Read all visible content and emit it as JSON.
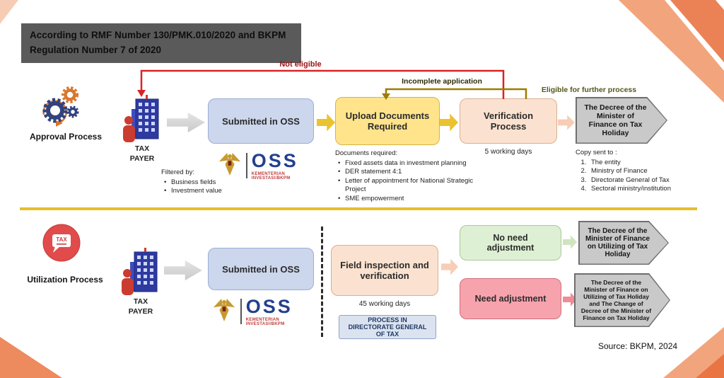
{
  "title": "According to RMF Number 130/PMK.010/2020 and BKPM Regulation Number 7 of 2020",
  "flow_labels": {
    "not_eligible": "Not eligible",
    "incomplete_application": "Incomplete application",
    "eligible": "Eligible for further process"
  },
  "approval": {
    "section_label": "Approval Process",
    "taxpayer_label": "TAX\nPAYER",
    "submitted_label": "Submitted in OSS",
    "filtered": {
      "title": "Filtered by:",
      "items": [
        "Business fields",
        "Investment value"
      ]
    },
    "upload_label": "Upload Documents Required",
    "documents": {
      "title": "Documents required:",
      "items": [
        "Fixed assets data in investment planning",
        "DER statement 4:1",
        "Letter of appointment for National Strategic Project",
        "SME empowerment"
      ]
    },
    "verification_label": "Verification Process",
    "verification_days": "5 working days",
    "decree_label": "The Decree of the Minister of Finance on Tax Holiday",
    "copy_sent": {
      "title": "Copy sent to :",
      "items": [
        "The entity",
        "Ministry of Finance",
        "Directorate General of Tax",
        "Sectoral ministry/institution"
      ]
    }
  },
  "utilization": {
    "section_label": "Utilization Process",
    "taxpayer_label": "TAX\nPAYER",
    "submitted_label": "Submitted in OSS",
    "field_label": "Field inspection and verification",
    "field_days": "45 working days",
    "process_note": "PROCESS IN DIRECTORATE GENERAL OF TAX",
    "no_adjustment_label": "No need adjustment",
    "need_adjustment_label": "Need adjustment",
    "decree_no_adjustment": "The Decree of the Minister of Finance on Utilizing of Tax Holiday",
    "decree_need_adjustment": "The Decree of the Minister of Finance on Utilizing of Tax Holiday and The Change of Decree of the Minister of Finance on Tax Holiday"
  },
  "oss_logo": {
    "name": "OSS",
    "subtitle": "KEMENTERIAN INVESTASI/BKPM"
  },
  "source": "Source: BKPM, 2024",
  "icons": {
    "approval": "gears-process-icon",
    "utilization": "tax-mail-icon",
    "taxpayer": "taxpayer-building-icon",
    "oss": "garuda-emblem-icon"
  },
  "colors": {
    "not_eligible_line": "#d92323",
    "incomplete_line": "#9c7c00",
    "divider": "#e7bd2b",
    "oss_blue": "#23408e",
    "title_bg": "#5a5a5a"
  }
}
